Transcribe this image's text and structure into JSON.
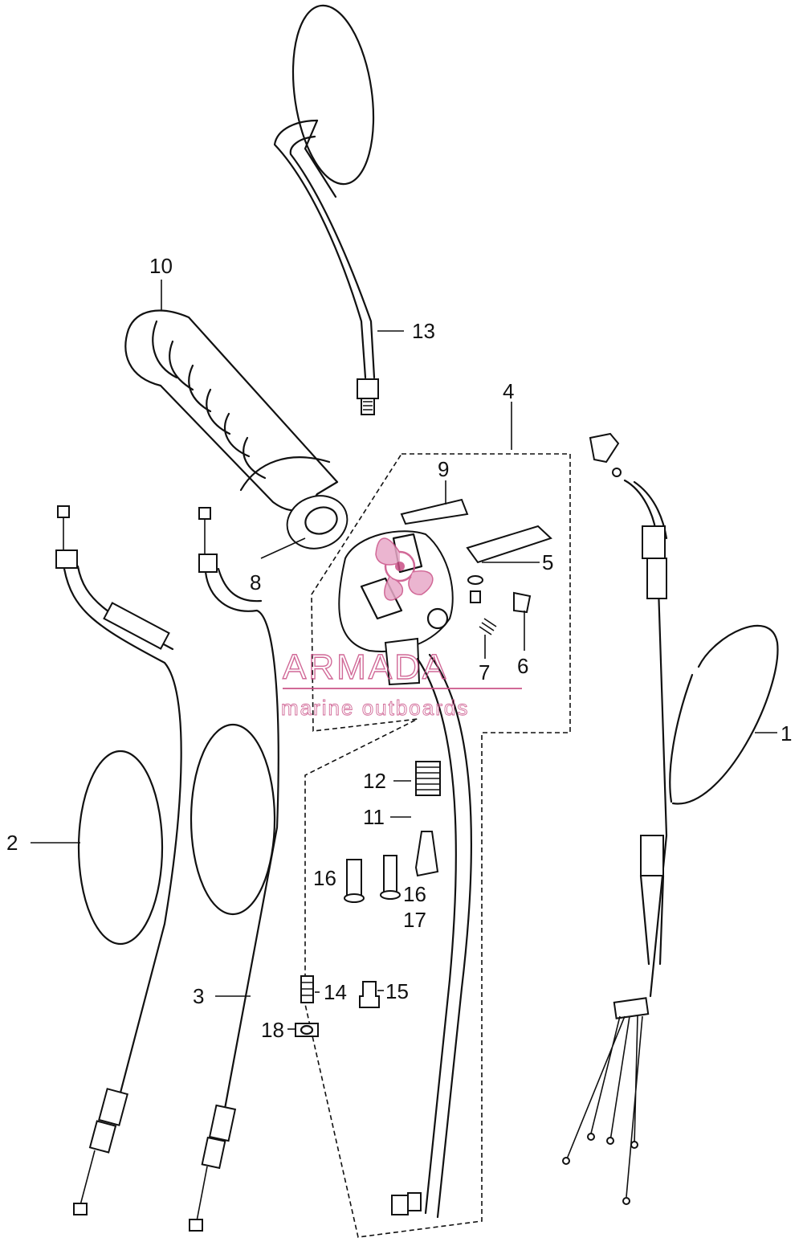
{
  "diagram": {
    "callouts": [
      "1",
      "2",
      "3",
      "4",
      "5",
      "6",
      "7",
      "8",
      "9",
      "10",
      "11",
      "12",
      "13",
      "14",
      "15",
      "16",
      "16",
      "17",
      "18"
    ]
  },
  "watermark": {
    "brand": "ARMADA",
    "tagline": "marine outboards",
    "color": "#c94f86"
  }
}
